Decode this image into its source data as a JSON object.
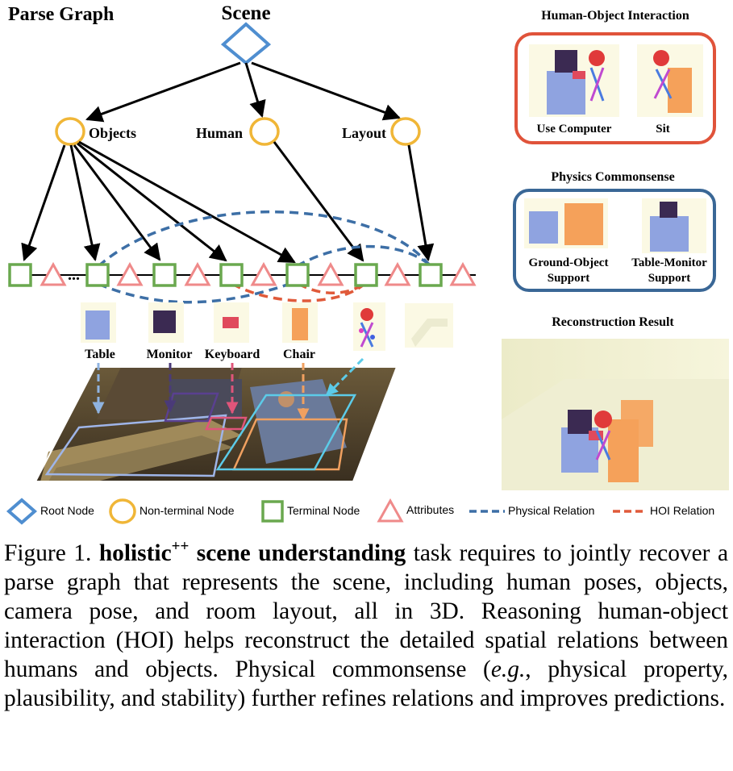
{
  "parse_graph": {
    "title": "Parse Graph",
    "root": "Scene",
    "nonterminals": [
      "Objects",
      "Human",
      "Layout"
    ],
    "terminals": [
      "Table",
      "Monitor",
      "Keyboard",
      "Chair"
    ],
    "ellipsis": "..."
  },
  "legend": {
    "root_node": "Root Node",
    "nonterminal_node": "Non-terminal Node",
    "terminal_node": "Terminal Node",
    "attributes": "Attributes",
    "physical_relation": "Physical Relation",
    "hoi_relation": "HOI Relation"
  },
  "panels": {
    "hoi": {
      "title": "Human-Object Interaction",
      "items": [
        "Use Computer",
        "Sit"
      ]
    },
    "physics": {
      "title": "Physics Commonsense",
      "items": [
        "Ground-Object\nSupport",
        "Table-Monitor\nSupport"
      ]
    },
    "reconstruction": {
      "title": "Reconstruction Result"
    }
  },
  "caption": {
    "label": "Figure 1.",
    "bold_lead": "holistic",
    "superscript": "++",
    "bold_rest": "scene understanding",
    "text1": "task requires to jointly recover a parse graph that represents the scene, including human poses, objects, camera pose, and room layout, all in 3D. Reasoning human-object interaction (HOI) helps reconstruct the detailed spatial relations between humans and objects. Physical commonsense (",
    "eg": "e.g.",
    "text2": ", physical property, plausibility, and stability) further refines relations and improves predictions."
  },
  "colors": {
    "root": "#4f8ed0",
    "nonterminal": "#f0b637",
    "terminal": "#6aa84f",
    "attribute": "#ef8a8a",
    "physical": "#3d6fa6",
    "hoi": "#e05a3a",
    "hoi_panel_border": "#e0533a",
    "physics_panel_border": "#3a6796"
  }
}
